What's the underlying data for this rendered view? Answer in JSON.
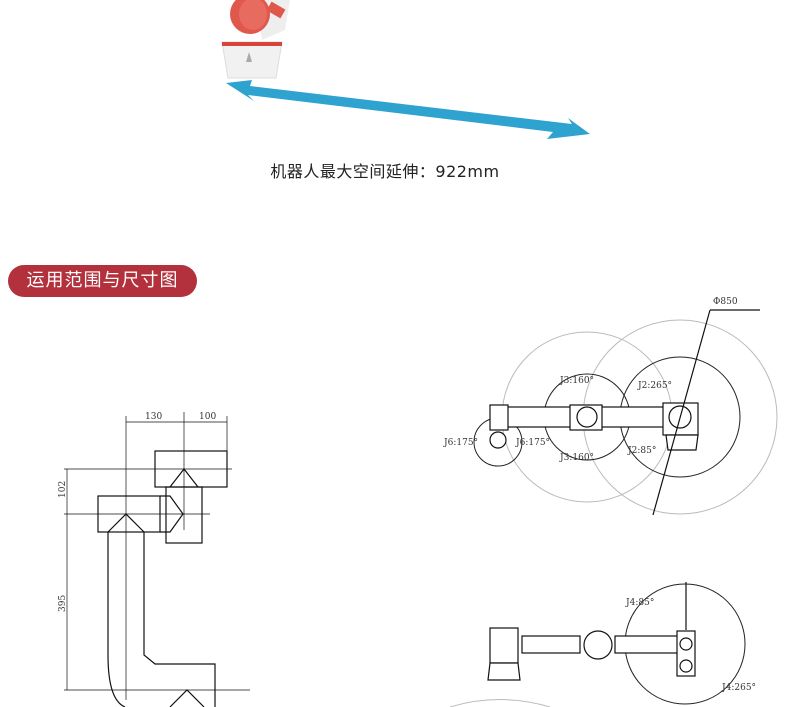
{
  "caption": "机器人最大空间延伸：922mm",
  "section_badge": "运用范围与尺寸图",
  "colors": {
    "badge": "#b3313c",
    "arrow": "#2fa3d0",
    "robot_red": "#e0584c"
  },
  "side_view": {
    "dim_130": "130",
    "dim_100": "100",
    "dim_102": "102",
    "dim_395": "395"
  },
  "top_view": {
    "diameter": "Φ850",
    "j3_top": "J3:160°",
    "j3_bottom": "J3:160°",
    "j2_top": "J2:265°",
    "j2_bottom": "J2:85°",
    "j6_left": "J6:175°",
    "j6_right": "J6:175°"
  },
  "front_view": {
    "j4_top": "J4:85°",
    "j4_bottom": "J4:265°"
  }
}
